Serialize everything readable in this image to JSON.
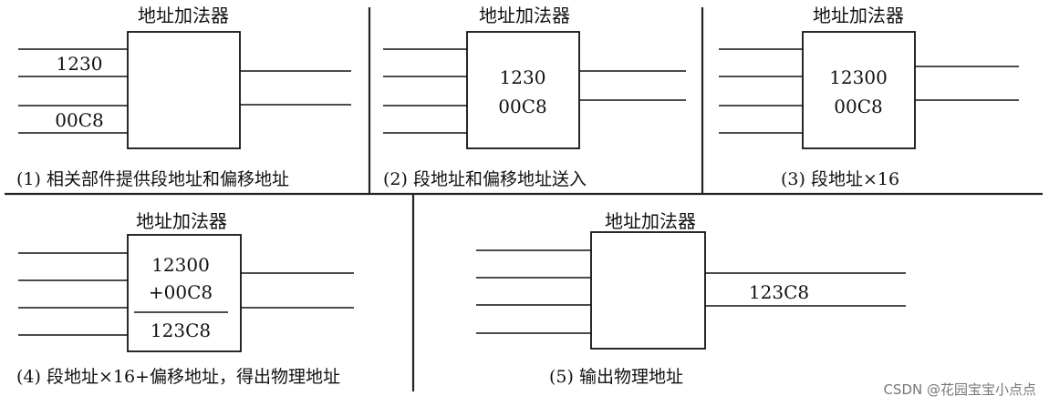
{
  "block_title": "地址加法器",
  "panels": [
    {
      "caption": "(1) 相关部件提供段地址和偏移地址",
      "input_labels": [
        "1230",
        "00C8"
      ],
      "box_lines": [],
      "output_labels": []
    },
    {
      "caption": "(2) 段地址和偏移地址送入",
      "input_labels": [],
      "box_lines": [
        "1230",
        "00C8"
      ],
      "output_labels": []
    },
    {
      "caption": "(3) 段地址×16",
      "input_labels": [],
      "box_lines": [
        "12300",
        "00C8"
      ],
      "output_labels": []
    },
    {
      "caption": "(4) 段地址×16+偏移地址，得出物理地址",
      "input_labels": [],
      "box_lines": [
        "12300",
        "+00C8",
        "123C8"
      ],
      "output_labels": []
    },
    {
      "caption": "(5) 输出物理地址",
      "input_labels": [],
      "box_lines": [],
      "output_labels": [
        "123C8"
      ]
    }
  ],
  "watermark": "CSDN @花园宝宝小点点"
}
